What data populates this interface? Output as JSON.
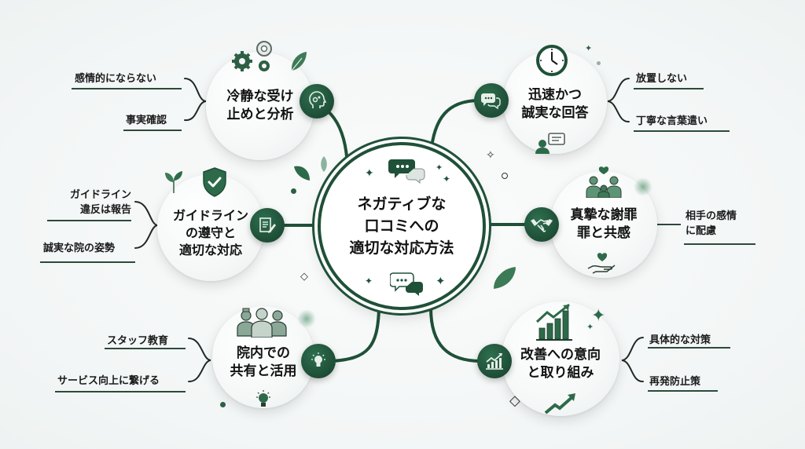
{
  "center": {
    "title": "ネガティブな\n口コミへの\n適切な対応方法"
  },
  "colors": {
    "primary_green": "#1f5138",
    "badge_green": "#1d4d36",
    "light_green": "#5e9476",
    "text": "#111111",
    "background": "#f5f7f7"
  },
  "nodes": [
    {
      "id": "calm",
      "title": "冷静な受け\n止めと分析",
      "badge_icon": "head-gears-icon",
      "deco_icon": "gears-icon",
      "points": [
        "感情的にならない",
        "事実確認"
      ]
    },
    {
      "id": "guideline",
      "title": "ガイドライン\nの遵守と\n適切な対応",
      "badge_icon": "document-pen-icon",
      "deco_icon": "shield-check-icon",
      "points": [
        "ガイドライン\n違反は報告",
        "誠実な院の姿勢"
      ]
    },
    {
      "id": "share",
      "title": "院内での\n共有と活用",
      "badge_icon": "lightbulb-icon",
      "deco_icon": "medical-staff-icon",
      "points": [
        "スタッフ教育",
        "サービス向上に繋げる"
      ]
    },
    {
      "id": "response",
      "title": "迅速かつ\n誠実な回答",
      "badge_icon": "chat-bubbles-icon",
      "deco_icon": "clock-icon",
      "points": [
        "放置しない",
        "丁寧な言葉遣い"
      ]
    },
    {
      "id": "apology",
      "title": "真摯な謝罪\n罪と共感",
      "badge_icon": "handshake-icon",
      "deco_icon": "family-icon",
      "points": [
        "相手の感情\nに配慮"
      ]
    },
    {
      "id": "improve",
      "title": "改善への意向\nと取り組み",
      "badge_icon": "growth-chart-icon",
      "deco_icon": "bar-chart-arrow-icon",
      "points": [
        "具体的な対策",
        "再発防止策"
      ]
    }
  ]
}
